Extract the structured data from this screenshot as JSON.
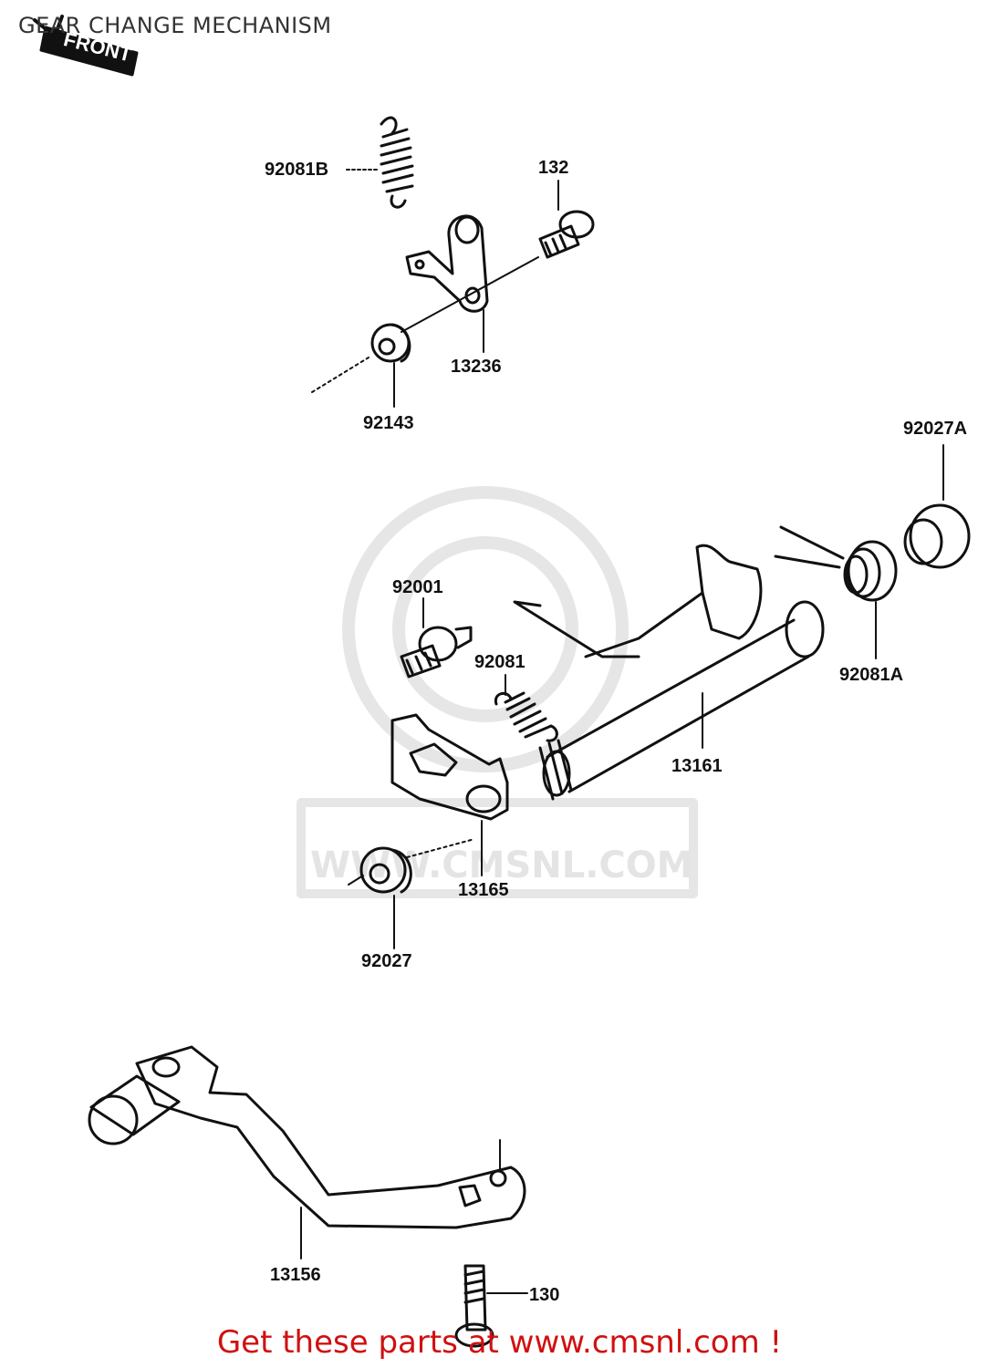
{
  "page": {
    "title": "GEAR CHANGE MECHANISM",
    "promo": "Get these parts at www.cmsnl.com !",
    "watermark": "WWW.CMSNL.COM",
    "front_badge": "FRONT"
  },
  "labels": [
    {
      "id": "92081B",
      "text": "92081B"
    },
    {
      "id": "132",
      "text": "132"
    },
    {
      "id": "13236",
      "text": "13236"
    },
    {
      "id": "92143",
      "text": "92143"
    },
    {
      "id": "92027A",
      "text": "92027A"
    },
    {
      "id": "92001",
      "text": "92001"
    },
    {
      "id": "92081",
      "text": "92081"
    },
    {
      "id": "92081A",
      "text": "92081A"
    },
    {
      "id": "13161",
      "text": "13161"
    },
    {
      "id": "13165",
      "text": "13165"
    },
    {
      "id": "92027",
      "text": "92027"
    },
    {
      "id": "13156",
      "text": "13156"
    },
    {
      "id": "130",
      "text": "130"
    }
  ],
  "colors": {
    "line": "#111111",
    "watermark": "#e4e4e4",
    "promo": "#d01010",
    "title": "#333333"
  }
}
